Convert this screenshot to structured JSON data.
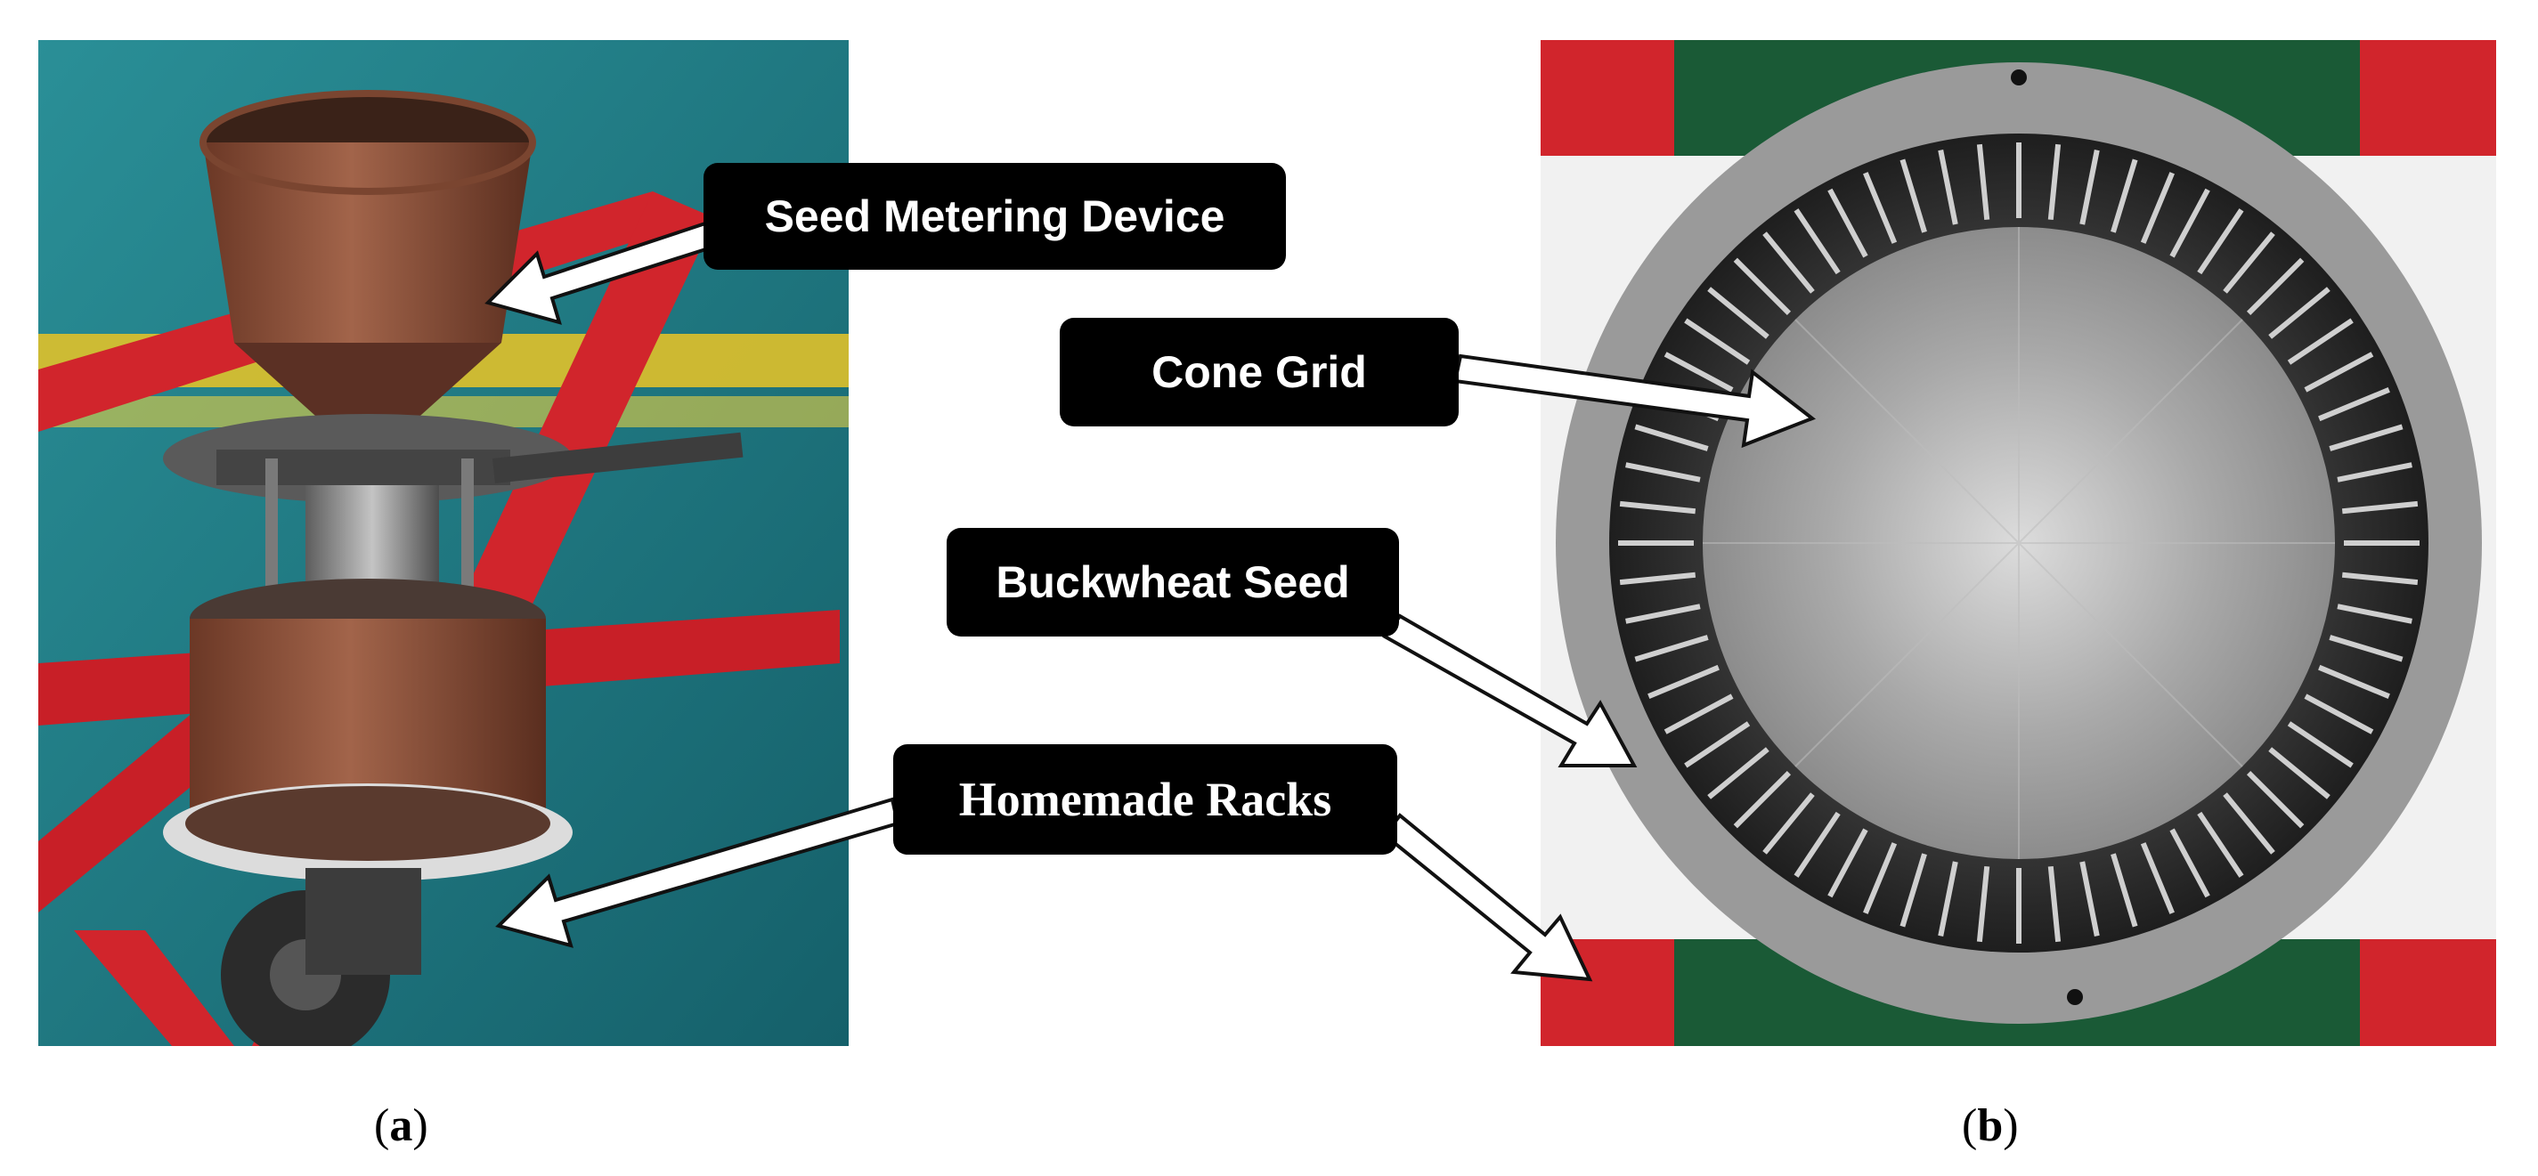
{
  "callouts": {
    "seed_metering_device": "Seed Metering Device",
    "cone_grid": "Cone Grid",
    "buckwheat_seed": "Buckwheat Seed",
    "homemade_racks": "Homemade Racks"
  },
  "captions": {
    "a": {
      "open": "(",
      "letter": "a",
      "close": ")"
    },
    "b": {
      "open": "(",
      "letter": "b",
      "close": ")"
    }
  },
  "colors": {
    "frame_red": "#d1252c",
    "floor_teal": "#1f7e86",
    "rust": "#8c4a30",
    "steel": "#b8b8b8",
    "label_bg": "#000000",
    "label_text": "#ffffff"
  }
}
